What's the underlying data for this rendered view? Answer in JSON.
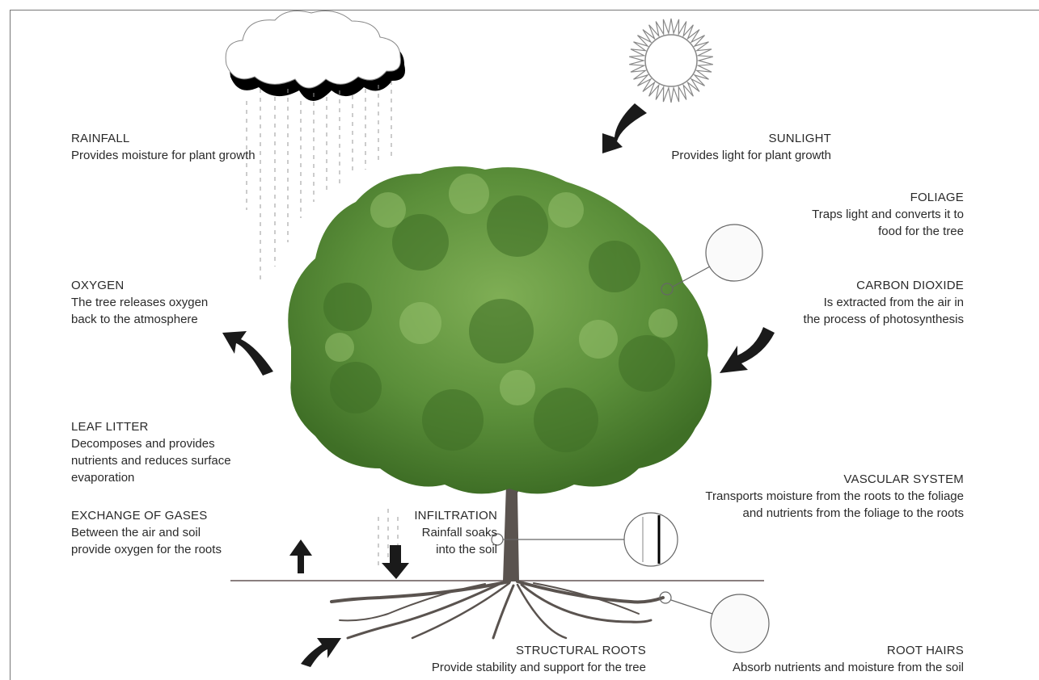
{
  "labels": {
    "rainfall": {
      "title": "RAINFALL",
      "desc": [
        "Provides moisture for plant growth"
      ]
    },
    "sunlight": {
      "title": "SUNLIGHT",
      "desc": [
        "Provides light for plant growth"
      ]
    },
    "foliage": {
      "title": "FOLIAGE",
      "desc": [
        "Traps light and converts it to",
        "food for the tree"
      ]
    },
    "oxygen": {
      "title": "OXYGEN",
      "desc": [
        "The tree releases oxygen",
        "back to the atmosphere"
      ]
    },
    "carbon_dioxide": {
      "title": "CARBON DIOXIDE",
      "desc": [
        "Is extracted from the air in",
        "the process of photosynthesis"
      ]
    },
    "leaf_litter": {
      "title": "LEAF LITTER",
      "desc": [
        "Decomposes and provides",
        "nutrients and reduces surface",
        "evaporation"
      ]
    },
    "vascular_system": {
      "title": "VASCULAR SYSTEM",
      "desc": [
        "Transports moisture from the roots to the foliage",
        "and nutrients from the foliage to the roots"
      ]
    },
    "exchange_of_gases": {
      "title": "EXCHANGE OF GASES",
      "desc": [
        "Between the air and soil",
        "provide oxygen for the roots"
      ]
    },
    "infiltration": {
      "title": "INFILTRATION",
      "desc": [
        "Rainfall soaks",
        "into the soil"
      ]
    },
    "structural_roots": {
      "title": "STRUCTURAL ROOTS",
      "desc": [
        "Provide stability and support for the  tree"
      ]
    },
    "root_hairs": {
      "title": "ROOT HAIRS",
      "desc": [
        "Absorb nutrients and moisture from the soil"
      ]
    }
  },
  "colors": {
    "foliage_dark": "#3f6f26",
    "foliage_mid": "#5b8f3a",
    "foliage_light": "#8cb866",
    "trunk": "#5a534f",
    "arrow": "#1a1a1a",
    "ground_line": "#8a7f7f"
  }
}
